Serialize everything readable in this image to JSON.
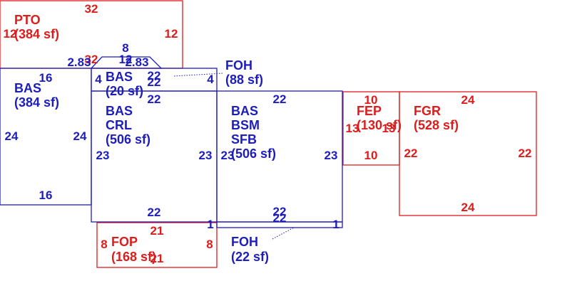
{
  "colors": {
    "blue": "#1d1dbd",
    "red": "#dd1c1c",
    "background": "#ffffff"
  },
  "areas": {
    "pto": {
      "code": "PTO",
      "area": "(384 sf)"
    },
    "bas_left": {
      "code": "BAS",
      "area": "(384 sf)"
    },
    "bas_small": {
      "code": "BAS",
      "area": "(20 sf)"
    },
    "bas_crl": {
      "line1": "BAS",
      "line2": "CRL",
      "area": "(506 sf)"
    },
    "bas_bsm": {
      "line1": "BAS",
      "line2": "BSM",
      "line3": "SFB",
      "area": "(506 sf)"
    },
    "foh_top": {
      "code": "FOH",
      "area": "(88 sf)"
    },
    "foh_bottom": {
      "code": "FOH",
      "area": "(22 sf)"
    },
    "fep": {
      "code": "FEP",
      "area": "(130 sf)"
    },
    "fgr": {
      "code": "FGR",
      "area": "(528 sf)"
    },
    "fop": {
      "code": "FOP",
      "area": "(168 sf)"
    }
  },
  "dimensions": {
    "pto_top": "32",
    "pto_left": "12",
    "pto_right": "12",
    "pto_bottom": "32",
    "bas_left_top": "16",
    "bas_left_left": "24",
    "bas_left_right": "24",
    "bas_left_bottom": "16",
    "bay_8": "8",
    "bay_12": "12",
    "bay_283_left": "2.83",
    "bay_283_right": "2.83",
    "bas_small_left": "4",
    "bas_small_top": "22",
    "bas_small_bottom": "22",
    "bas_small_right": "4",
    "crl_top": "22",
    "crl_left": "23",
    "crl_right": "23",
    "crl_bottom": "22",
    "crl_corner": "1",
    "bsm_top": "22",
    "bsm_left": "23",
    "bsm_right": "23",
    "foh_bottom_top": "22",
    "foh_bottom_bottom": "22",
    "foh_bottom_right": "1",
    "fep_top": "10",
    "fep_left": "13",
    "fep_right": "13",
    "fep_bottom": "10",
    "fgr_top": "24",
    "fgr_left": "22",
    "fgr_right": "22",
    "fgr_bottom": "24",
    "fop_top": "21",
    "fop_left": "8",
    "fop_right": "8",
    "fop_bottom": "21"
  }
}
